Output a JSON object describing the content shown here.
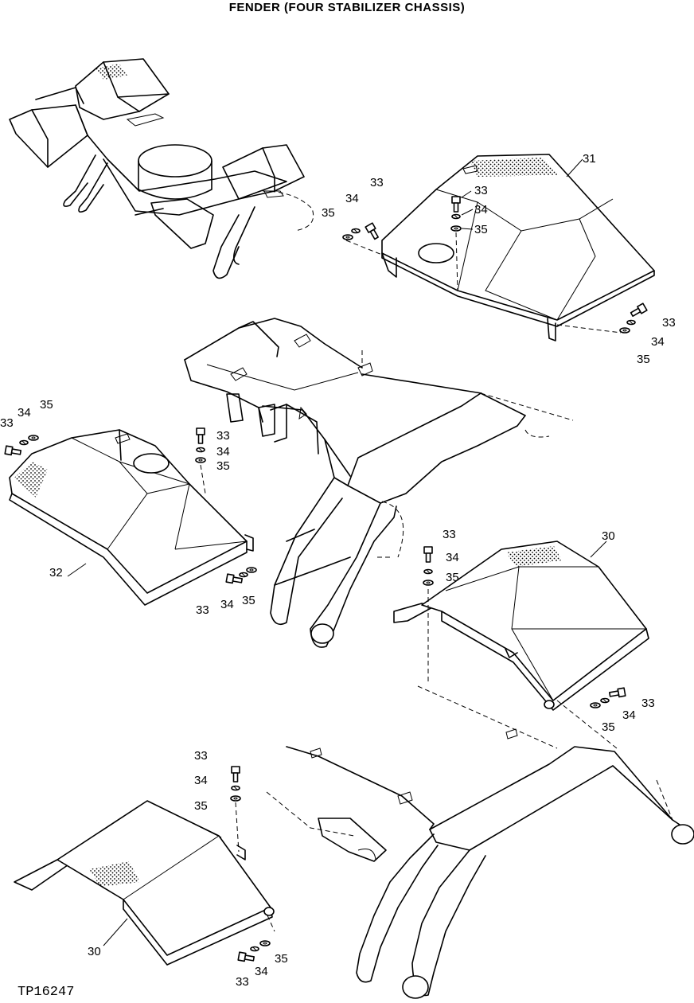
{
  "title": "FENDER (FOUR STABILIZER CHASSIS)",
  "figure_code": "TP16247",
  "callouts": [
    {
      "id": "c-31",
      "text": "31"
    },
    {
      "id": "c-33a",
      "text": "33"
    },
    {
      "id": "c-34a",
      "text": "34"
    },
    {
      "id": "c-35a",
      "text": "35"
    },
    {
      "id": "c-33b",
      "text": "33"
    },
    {
      "id": "c-34b",
      "text": "34"
    },
    {
      "id": "c-35b",
      "text": "35"
    },
    {
      "id": "c-33c",
      "text": "33"
    },
    {
      "id": "c-34c",
      "text": "34"
    },
    {
      "id": "c-35c",
      "text": "35"
    },
    {
      "id": "c-35d",
      "text": "35"
    },
    {
      "id": "c-34d",
      "text": "34"
    },
    {
      "id": "c-33d",
      "text": "33"
    },
    {
      "id": "c-33e",
      "text": "33"
    },
    {
      "id": "c-34e",
      "text": "34"
    },
    {
      "id": "c-35e",
      "text": "35"
    },
    {
      "id": "c-32",
      "text": "32"
    },
    {
      "id": "c-33f",
      "text": "33"
    },
    {
      "id": "c-34f",
      "text": "34"
    },
    {
      "id": "c-35f",
      "text": "35"
    },
    {
      "id": "c-30a",
      "text": "30"
    },
    {
      "id": "c-33g",
      "text": "33"
    },
    {
      "id": "c-34g",
      "text": "34"
    },
    {
      "id": "c-35g",
      "text": "35"
    },
    {
      "id": "c-33h",
      "text": "33"
    },
    {
      "id": "c-34h",
      "text": "34"
    },
    {
      "id": "c-35h",
      "text": "35"
    },
    {
      "id": "c-33i",
      "text": "33"
    },
    {
      "id": "c-34i",
      "text": "34"
    },
    {
      "id": "c-35i",
      "text": "35"
    },
    {
      "id": "c-30b",
      "text": "30"
    },
    {
      "id": "c-33j",
      "text": "33"
    },
    {
      "id": "c-34j",
      "text": "34"
    },
    {
      "id": "c-35j",
      "text": "35"
    }
  ]
}
